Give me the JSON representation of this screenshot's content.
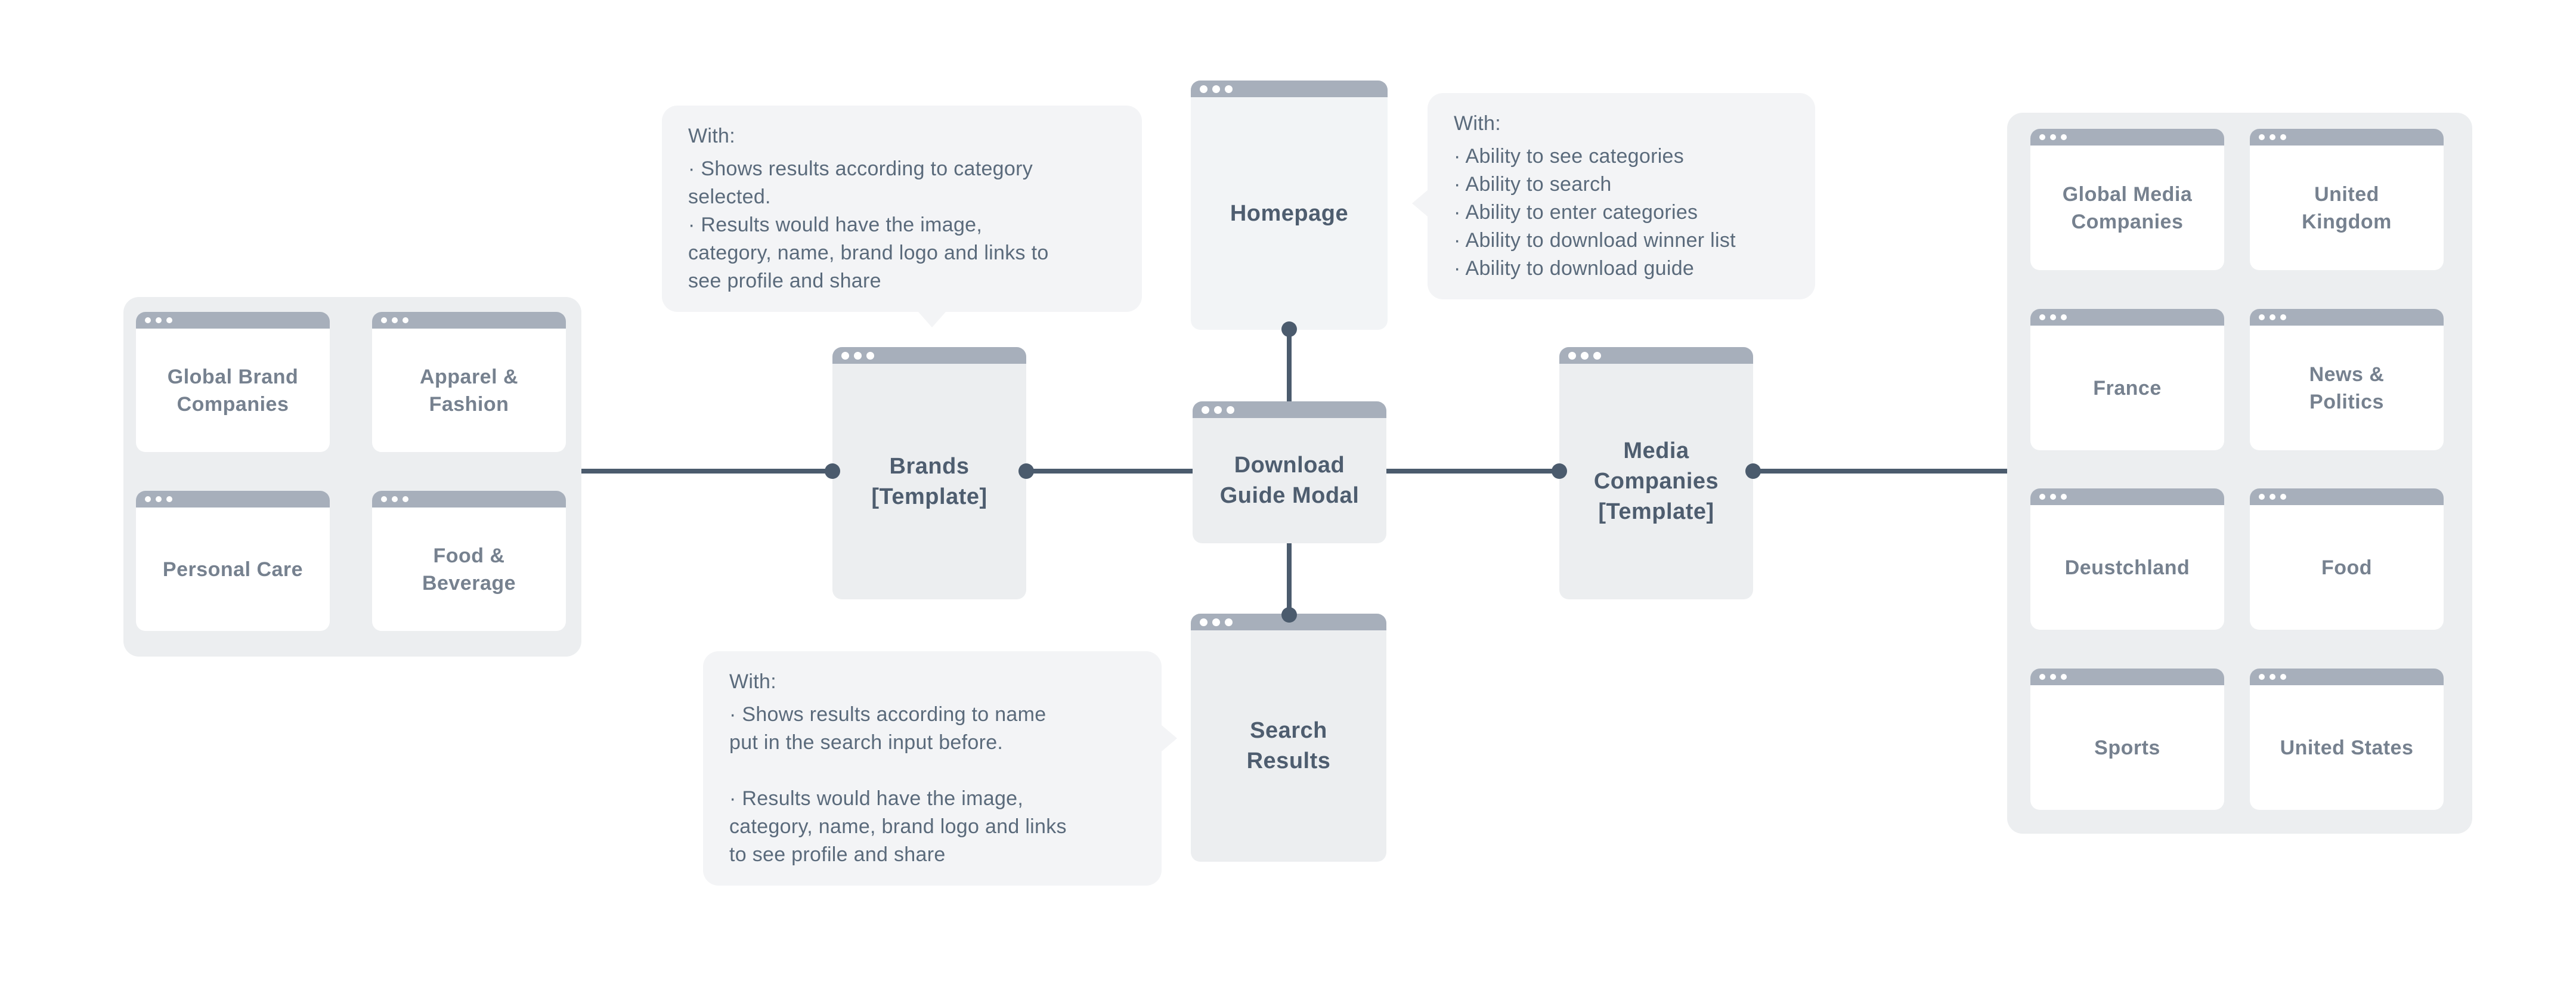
{
  "colors": {
    "background": "#FFFFFF",
    "panel_bg": "#ECEEF0",
    "card_bg": "#ECEEF0",
    "homepage_card_bg": "#F2F4F6",
    "mini_card_bg": "#FFFFFF",
    "titlebar_bg": "#A7AFBB",
    "titlebar_dots": "#FFFFFF",
    "connector": "#4B5B6D",
    "main_label_text": "#4E5D6F",
    "mini_label_text": "#76818F",
    "tooltip_bg": "#F3F4F6",
    "tooltip_text": "#5A6A7B"
  },
  "flow": {
    "homepage": {
      "label": "Homepage"
    },
    "brands_template": {
      "label": "Brands\n[Template]"
    },
    "download_guide_modal": {
      "label": "Download\nGuide Modal"
    },
    "media_companies_template": {
      "label": "Media\nCompanies\n[Template]"
    },
    "search_results": {
      "label": "Search\nResults"
    }
  },
  "left_group": {
    "cards": [
      {
        "label": "Global Brand\nCompanies"
      },
      {
        "label": "Apparel &\nFashion"
      },
      {
        "label": "Personal Care"
      },
      {
        "label": "Food &\nBeverage"
      }
    ]
  },
  "right_group": {
    "cards": [
      {
        "label": "Global Media\nCompanies"
      },
      {
        "label": "United\nKingdom"
      },
      {
        "label": "France"
      },
      {
        "label": "News &\nPolitics"
      },
      {
        "label": "Deustchland"
      },
      {
        "label": "Food"
      },
      {
        "label": "Sports"
      },
      {
        "label": "United States"
      }
    ]
  },
  "tooltips": {
    "brands_note": {
      "title": "With:",
      "body": "· Shows results according to category\nselected.\n· Results would have the image,\ncategory, name, brand logo and links to\nsee profile and share"
    },
    "homepage_note": {
      "title": "With:",
      "body": "· Ability to see categories\n· Ability to search\n· Ability to enter categories\n· Ability to download winner list\n· Ability to download guide"
    },
    "search_note": {
      "title": "With:",
      "body": "· Shows results according to name\nput in the search input before.\n\n· Results would have the image,\ncategory, name, brand logo and links\nto see profile and share"
    }
  }
}
